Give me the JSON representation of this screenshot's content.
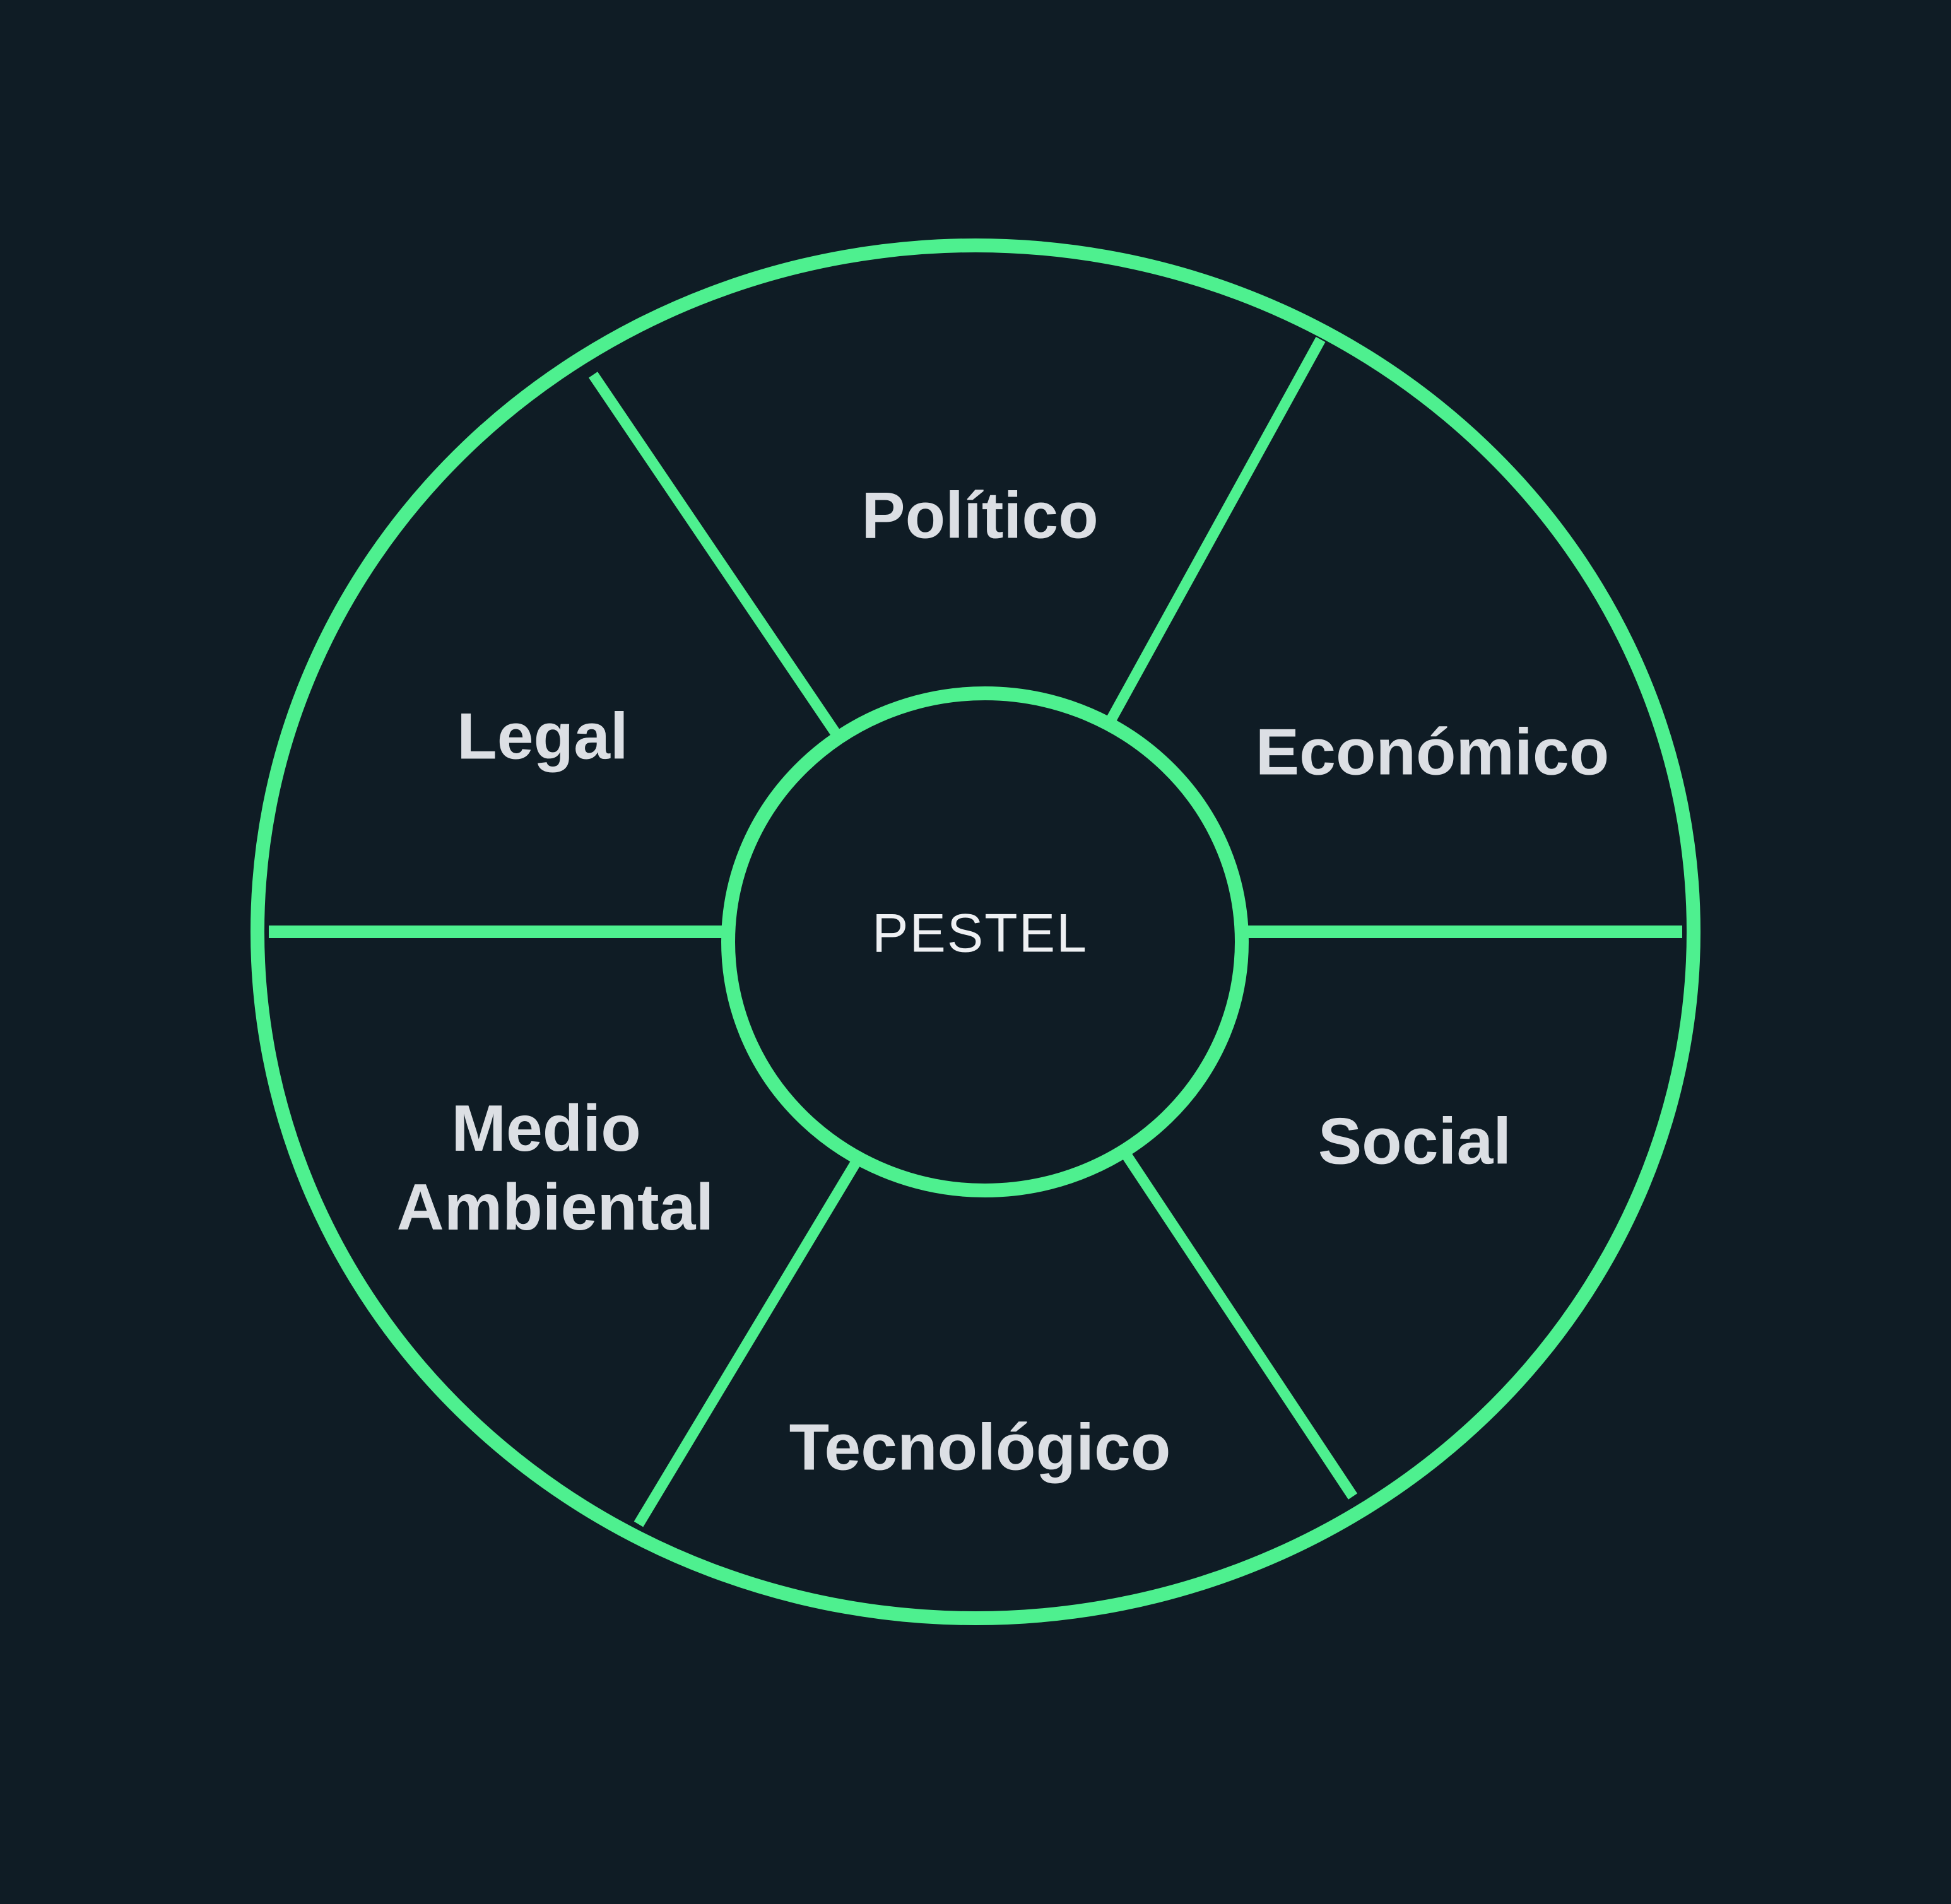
{
  "diagram": {
    "center_label": "PESTEL",
    "segments": [
      {
        "id": "politico",
        "label": "Político"
      },
      {
        "id": "economico",
        "label": "Económico"
      },
      {
        "id": "social",
        "label": "Social"
      },
      {
        "id": "tecnologico",
        "label": "Tecnológico"
      },
      {
        "id": "medio-ambiental",
        "label_lines": [
          "Medio",
          "Ambiental"
        ]
      },
      {
        "id": "legal",
        "label": "Legal"
      }
    ],
    "colors": {
      "background": "#0f1c25",
      "accent": "#4ef08f",
      "text": "#dcdfe4"
    }
  }
}
